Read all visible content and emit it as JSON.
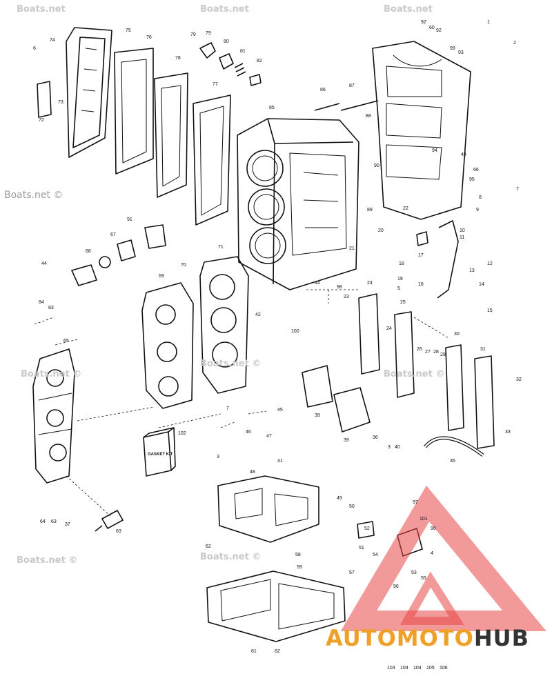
{
  "watermarks": [
    "Boats.net",
    "Boats.net",
    "Boats.net",
    "Boats.net ©",
    "Boats.net ©",
    "Boats.net ©",
    "Boats.net ©",
    "Boats.net ©",
    "Boats.net ©"
  ],
  "brand": {
    "part1": "AUTOMOTO",
    "part2": "HUB",
    "logo_color": "#e84545",
    "part1_color": "#f0a028",
    "part2_color": "#333333"
  },
  "box_label": "GASKET KIT",
  "callouts": [
    "1",
    "2",
    "3",
    "3",
    "4",
    "5",
    "6",
    "7",
    "7",
    "8",
    "9",
    "10",
    "11",
    "12",
    "13",
    "14",
    "15",
    "16",
    "17",
    "18",
    "19",
    "20",
    "21",
    "22",
    "23",
    "24",
    "24",
    "25",
    "26",
    "27",
    "28",
    "29",
    "30",
    "31",
    "32",
    "33",
    "35",
    "36",
    "37",
    "39",
    "39",
    "40",
    "41",
    "42",
    "43",
    "44",
    "44",
    "45",
    "46",
    "47",
    "48",
    "49",
    "50",
    "51",
    "52",
    "53",
    "54",
    "55",
    "56",
    "57",
    "58",
    "59",
    "60",
    "61",
    "62",
    "62",
    "63",
    "63",
    "64",
    "65",
    "66",
    "67",
    "68",
    "69",
    "70",
    "71",
    "72",
    "73",
    "74",
    "75",
    "76",
    "77",
    "78",
    "79",
    "79",
    "80",
    "81",
    "82",
    "83",
    "84",
    "85",
    "86",
    "87",
    "88",
    "89",
    "90",
    "91",
    "92",
    "92",
    "93",
    "94",
    "95",
    "96",
    "97",
    "98",
    "99",
    "100",
    "101",
    "102",
    "103",
    "104",
    "104",
    "105",
    "106"
  ]
}
